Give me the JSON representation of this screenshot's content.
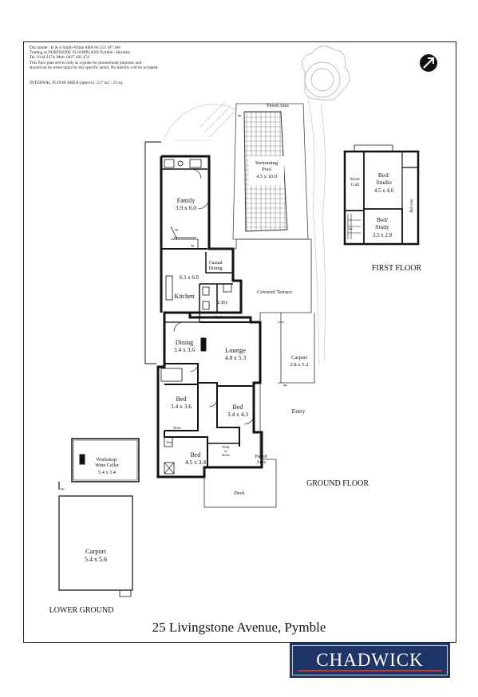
{
  "disclaimer": {
    "lines": [
      "Disclaimer :  K & S Smith-White  ABN 84 553 107 308",
      "Trading as NORTHSIDE FLOORPLANS Pymble - Hornsby",
      "Tel. 9144 2474, Mob. 0427 402 474",
      "This floor plan serves only as a guide for promotional purposes and",
      "should not be relied upon for any specific detail. No liability will be accepted."
    ],
    "area_note": "INTERNAL FLOOR AREA (approx): 217 m2 : 23 sq"
  },
  "levels": {
    "ground": "GROUND FLOOR",
    "first": "FIRST FLOOR",
    "lower": "LOWER GROUND"
  },
  "rooms": {
    "paved_area_top": "Paved Area",
    "pool_name_1": "Swimming",
    "pool_name_2": "Pool",
    "pool_dims": "4.5 x 10.0",
    "family_name": "Family",
    "family_dims": "3.9 x 6.0",
    "casual_name_1": "Casual",
    "casual_name_2": "Dining",
    "kitchen_dims": "6.1 x 6.0",
    "kitchen_name": "Kitchen",
    "ldry": "L'dry",
    "covered_terrace": "Covered Terrace",
    "cpd": "Cpd",
    "dining_name": "Dining",
    "dining_dims": "3.4 x 3.6",
    "lounge_name": "Lounge",
    "lounge_dims": "4.8 x 5.3",
    "carport_side_name": "Carport",
    "carport_side_dims": "2.8 x 5.2",
    "entry": "Entry",
    "bed1_name": "Bed",
    "bed1_dims": "3.4 x 3.6",
    "bed2_name": "Bed",
    "bed2_dims": "3.4 x 4.3",
    "bed3_name": "Bed",
    "bed3_dims": "4.5 x 3.4",
    "robe": "Robe",
    "ens": "Ens",
    "walk_1": "Walk",
    "walk_2": "in",
    "walk_3": "Robe",
    "paved_area_mid_1": "Paved",
    "paved_area_mid_2": "Area",
    "deck": "Deck",
    "store_1": "Store/",
    "store_2": "Craft",
    "bed_studio_1": "Bed/",
    "bed_studio_2": "Studio",
    "bed_studio_dims": "4.5 x 4.6",
    "bed_study_1": "Bed/",
    "bed_study_2": "Study",
    "bed_study_dims": "3.5 x 2.8",
    "balcony": "Balcony",
    "workshop_1": "Workshop/",
    "workshop_2": "Wine Cellar",
    "workshop_dims": "5.4 x 3.4",
    "carport_lower_name": "Carport",
    "carport_lower_dims": "5.4 x 5.6",
    "up": "up"
  },
  "address": "25 Livingstone Avenue, Pymble",
  "brand": {
    "name": "CHADWICK",
    "background": "#1f3566",
    "accent": "#c0392b"
  },
  "north_icon": "north-arrow-icon"
}
